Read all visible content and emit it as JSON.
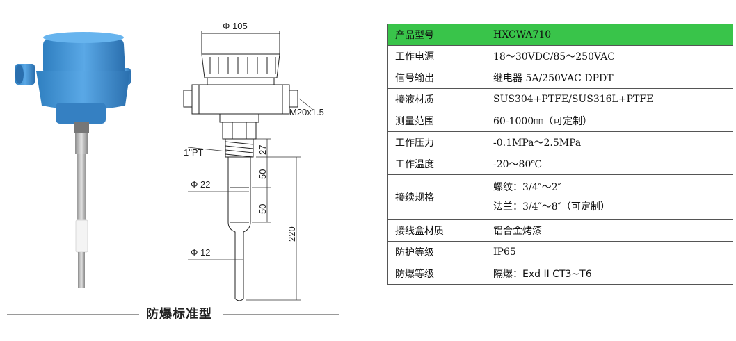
{
  "figure": {
    "caption": "防爆标准型",
    "dimensions": {
      "top_diameter": "Φ 105",
      "cable_thread": "M20x1.5",
      "process_thread": "1\"PT",
      "rod_diameter": "Φ 22",
      "tip_diameter": "Φ 12",
      "dim_27": "27",
      "dim_50_a": "50",
      "dim_50_b": "50",
      "dim_220": "220"
    }
  },
  "spec_table": {
    "header": {
      "key": "产品型号",
      "value": "HXCWA710"
    },
    "rows": [
      {
        "key": "工作电源",
        "value": "18～30VDC/85～250VAC"
      },
      {
        "key": "信号输出",
        "value": "继电器 5A/250VAC DPDT"
      },
      {
        "key": "接液材质",
        "value": "SUS304+PTFE/SUS316L+PTFE"
      },
      {
        "key": "测量范围",
        "value": "60-1000㎜（可定制）"
      },
      {
        "key": "工作压力",
        "value": "-0.1MPa～2.5MPa"
      },
      {
        "key": "工作温度",
        "value": "-20～80℃"
      },
      {
        "key": "接续规格",
        "line1": "螺纹：3/4″～2″",
        "line2": "法兰：3/4″～8″（可定制）"
      },
      {
        "key": "接线盒材质",
        "value": "铝合金烤漆"
      },
      {
        "key": "防护等级",
        "value": "IP65"
      },
      {
        "key": "防爆等级",
        "value": "隔爆：Exd II CT3~T6"
      }
    ]
  },
  "colors": {
    "header_green": "#39c44a",
    "housing_blue": "#3a8ccc",
    "ptfe_white": "#f2f2f2",
    "steel": "#b8b8b8"
  }
}
